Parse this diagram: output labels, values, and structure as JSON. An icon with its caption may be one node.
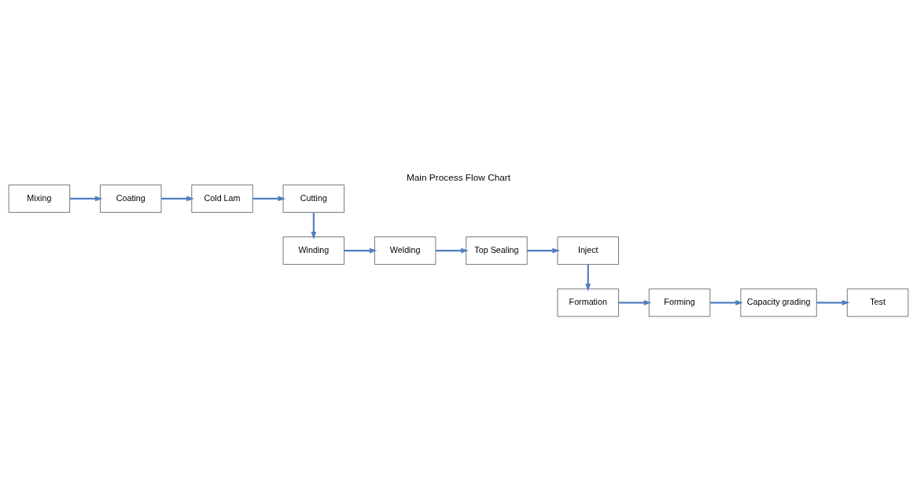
{
  "diagram": {
    "title": "Main Process Flow Chart",
    "nodes": [
      {
        "text": [
          "Mixing"
        ]
      },
      {
        "text": [
          "Coating"
        ]
      },
      {
        "text": [
          "Cold Lam"
        ]
      },
      {
        "text": [
          "Cutting"
        ]
      },
      {
        "text": [
          "Inject"
        ]
      },
      {
        "text": [
          "Top Sealing"
        ]
      },
      {
        "text": [
          "Welding"
        ]
      },
      {
        "text": [
          "Winding"
        ]
      },
      {
        "text": [
          "Formation"
        ]
      },
      {
        "text": [
          "Forming"
        ]
      },
      {
        "text": [
          "Capacity grading"
        ]
      },
      {
        "text": [
          "Test"
        ]
      }
    ],
    "edges": [
      {
        "from": 0,
        "to": 1,
        "arrow": "to"
      },
      {
        "from": 1,
        "to": 2,
        "arrow": "to"
      },
      {
        "from": 2,
        "to": 3,
        "arrow": "to"
      },
      {
        "from": 3,
        "to": 7,
        "arrow": "to"
      },
      {
        "from": 7,
        "to": 6,
        "arrow": "to"
      },
      {
        "from": 6,
        "to": 5,
        "arrow": "to"
      },
      {
        "from": 5,
        "to": 4,
        "arrow": "to"
      },
      {
        "from": 4,
        "to": 8,
        "arrow": "to"
      },
      {
        "from": 8,
        "to": 9,
        "arrow": "to"
      },
      {
        "from": 9,
        "to": 10,
        "arrow": "to"
      },
      {
        "from": 10,
        "to": 11,
        "arrow": "to"
      }
    ]
  }
}
